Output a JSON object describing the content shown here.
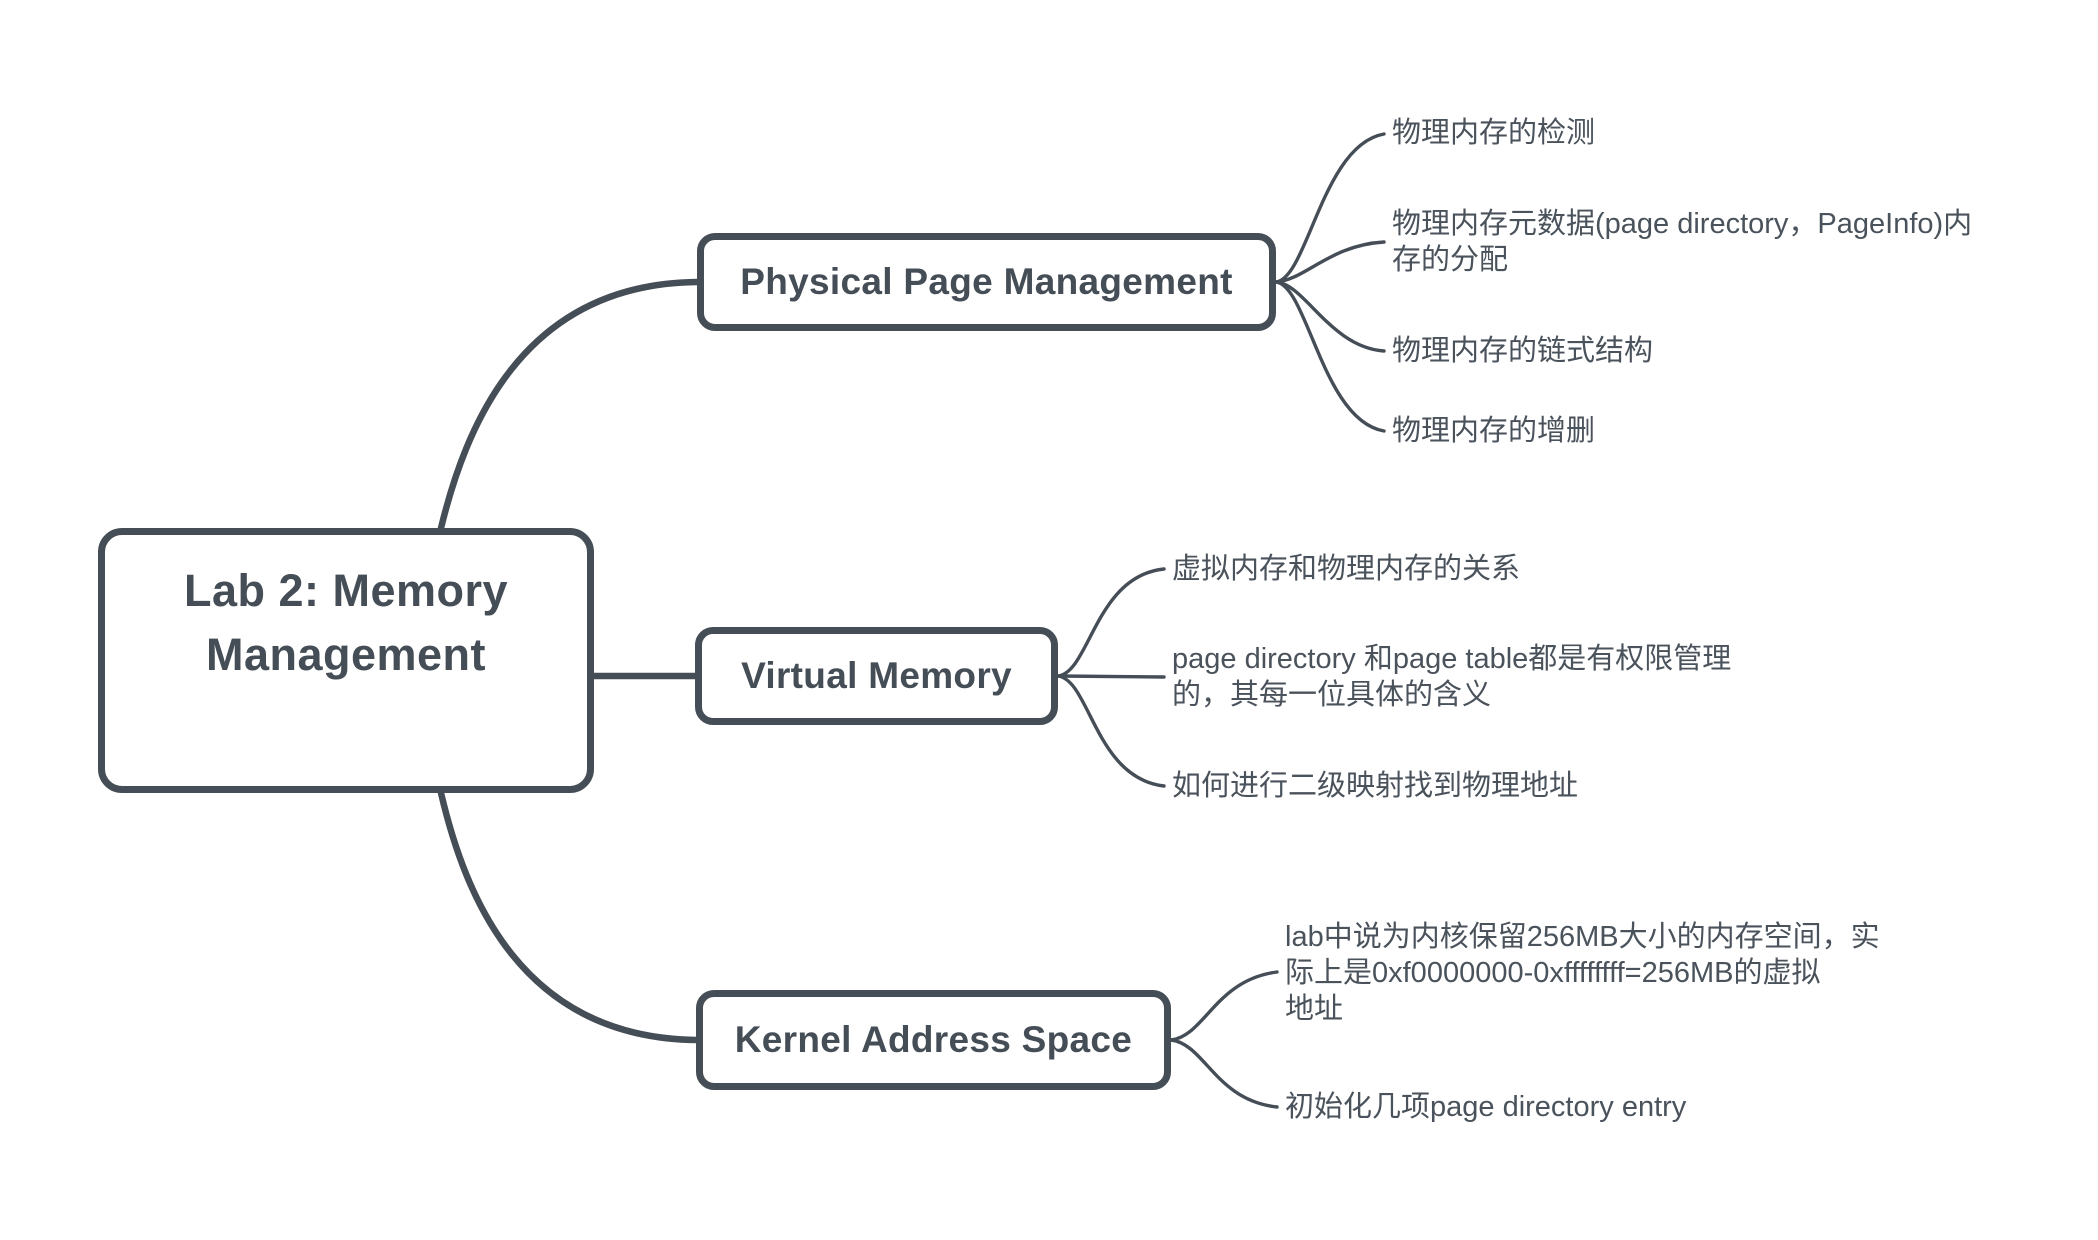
{
  "root": {
    "title": "Lab 2: Memory\nManagement"
  },
  "branches": [
    {
      "label": "Physical Page Management",
      "leaves": [
        "物理内存的检测",
        "物理内存元数据(page directory，PageInfo)内\n存的分配",
        "物理内存的链式结构",
        "物理内存的增删"
      ]
    },
    {
      "label": "Virtual Memory",
      "leaves": [
        "虚拟内存和物理内存的关系",
        "page directory 和page table都是有权限管理\n的，其每一位具体的含义",
        "如何进行二级映射找到物理地址"
      ]
    },
    {
      "label": "Kernel Address Space",
      "leaves": [
        "lab中说为内核保留256MB大小的内存空间，实\n际上是0xf0000000-0xffffffff=256MB的虚拟\n地址",
        "初始化几项page directory entry"
      ]
    }
  ],
  "colors": {
    "line": "#454d56",
    "node_text": "#454d56",
    "leaf_text": "#4a525b",
    "background": "#ffffff"
  }
}
